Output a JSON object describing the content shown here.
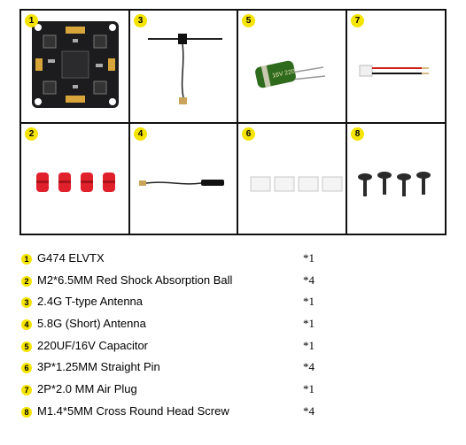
{
  "colors": {
    "badge": "#f5e400",
    "border": "#111111",
    "red_ball": "#e0202a",
    "capacitor": "#2f6b1d"
  },
  "grid": {
    "cells": [
      {
        "badge": "1",
        "item": "board"
      },
      {
        "badge": "3",
        "item": "t-antenna"
      },
      {
        "badge": "5",
        "item": "capacitor"
      },
      {
        "badge": "7",
        "item": "air-plug"
      },
      {
        "badge": "2",
        "item": "shock-balls"
      },
      {
        "badge": "4",
        "item": "short-antenna"
      },
      {
        "badge": "6",
        "item": "straight-pins"
      },
      {
        "badge": "8",
        "item": "screws"
      }
    ],
    "capacitor_print": "16V 220"
  },
  "items": [
    {
      "num": "1",
      "name": "G474 ELVTX",
      "qty": "*1"
    },
    {
      "num": "2",
      "name": "M2*6.5MM Red Shock Absorption Ball",
      "qty": "*4"
    },
    {
      "num": "3",
      "name": "2.4G T-type Antenna",
      "qty": "*1"
    },
    {
      "num": "4",
      "name": "5.8G (Short) Antenna",
      "qty": "*1"
    },
    {
      "num": "5",
      "name": "220UF/16V Capacitor",
      "qty": "*1"
    },
    {
      "num": "6",
      "name": "3P*1.25MM Straight Pin",
      "qty": "*4"
    },
    {
      "num": "7",
      "name": "2P*2.0 MM Air Plug",
      "qty": "*1"
    },
    {
      "num": "8",
      "name": "M1.4*5MM Cross Round Head Screw",
      "qty": "*4"
    }
  ]
}
